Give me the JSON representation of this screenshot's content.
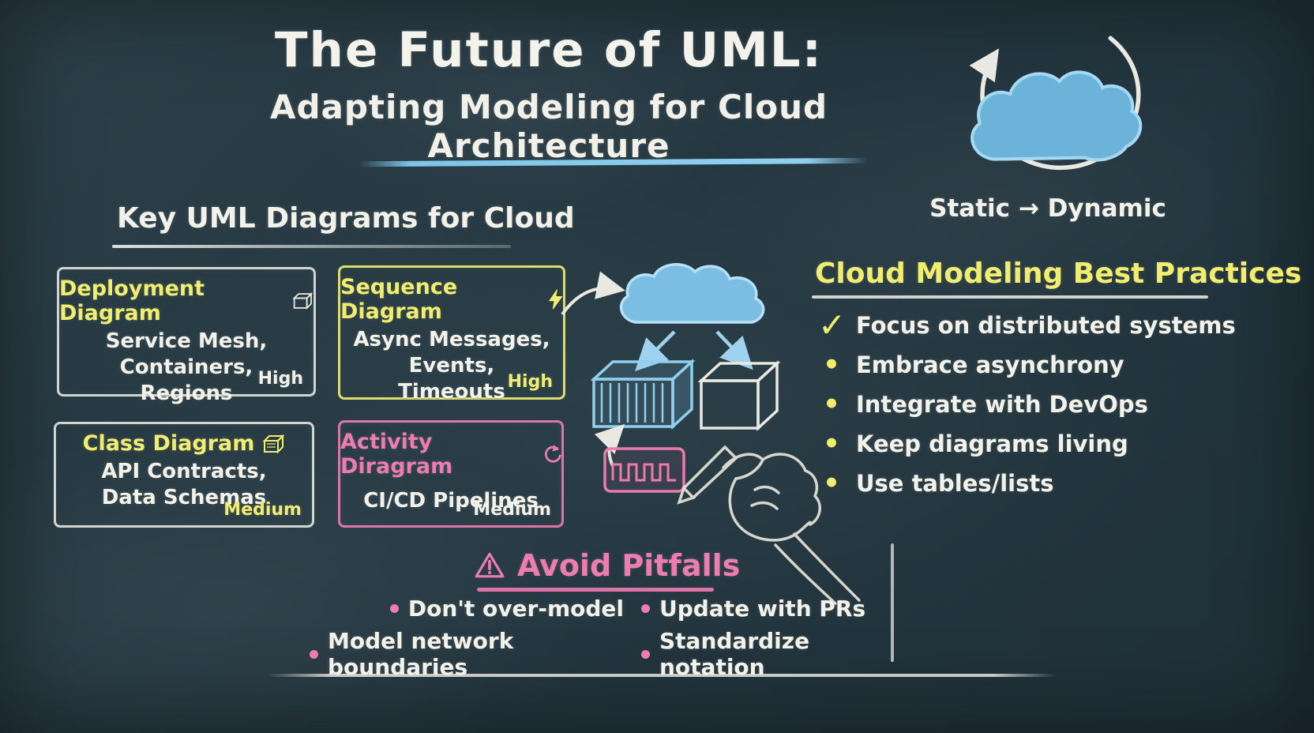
{
  "title": {
    "line1": "The Future of UML:",
    "line2": "Adapting Modeling for Cloud Architecture"
  },
  "top_right": {
    "caption": "Static → Dynamic",
    "icon": "cloud-cycle-icon"
  },
  "left_section": {
    "heading": "Key UML Diagrams for Cloud"
  },
  "cards": [
    {
      "title": "Deployment Diagram",
      "icon": "node-icon",
      "lines": [
        "Service Mesh,",
        "Containers,",
        "Regions"
      ],
      "priority": "High"
    },
    {
      "title": "Sequence Diagram",
      "icon": "lightning-icon",
      "lines": [
        "Async Messages,",
        "Events,",
        "Timeouts"
      ],
      "priority": "High"
    },
    {
      "title": "Class Diagram",
      "icon": "cube-icon",
      "lines": [
        "API Contracts,",
        "Data Schemas"
      ],
      "priority": "Medium"
    },
    {
      "title": "Activity Diragram",
      "icon": "refresh-icon",
      "lines": [
        "CI/CD Pipelines"
      ],
      "priority": "Medium"
    }
  ],
  "best_practices": {
    "heading": "Cloud Modeling Best Practices",
    "items": [
      {
        "marker": "✓",
        "text": "Focus on distributed systems"
      },
      {
        "marker": "•",
        "text": "Embrace asynchrony"
      },
      {
        "marker": "•",
        "text": "Integrate with DevOps"
      },
      {
        "marker": "•",
        "text": "Keep diagrams living"
      },
      {
        "marker": "•",
        "text": "Use tables/lists"
      }
    ]
  },
  "pitfalls": {
    "heading": "Avoid Pitfalls",
    "icon": "warning-icon",
    "items": [
      "Don't over-model",
      "Update with PRs",
      "Model network boundaries",
      "Standardize notation"
    ]
  },
  "colors": {
    "background": "#243740",
    "chalk_white": "#f3f2ea",
    "chalk_yellow": "#f1ee6e",
    "chalk_pink": "#ef7cb1",
    "chalk_blue": "#7fc4e8"
  }
}
